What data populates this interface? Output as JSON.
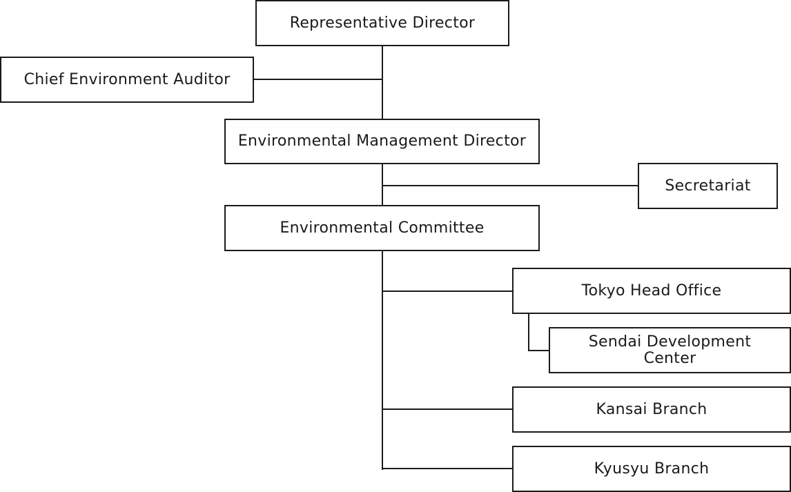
{
  "org_chart": {
    "representative_director": "Representative Director",
    "chief_environment_auditor": "Chief Environment Auditor",
    "environmental_management_director": "Environmental Management Director",
    "secretariat": "Secretariat",
    "environmental_committee": "Environmental Committee",
    "tokyo_head_office": "Tokyo Head Office",
    "sendai_development_center": "Sendai Development Center",
    "kansai_branch": "Kansai Branch",
    "kyusyu_branch": "Kyusyu Branch"
  },
  "colors": {
    "line": "#1a1a1a",
    "box_border": "#1a1a1a",
    "background": "#ffffff"
  }
}
